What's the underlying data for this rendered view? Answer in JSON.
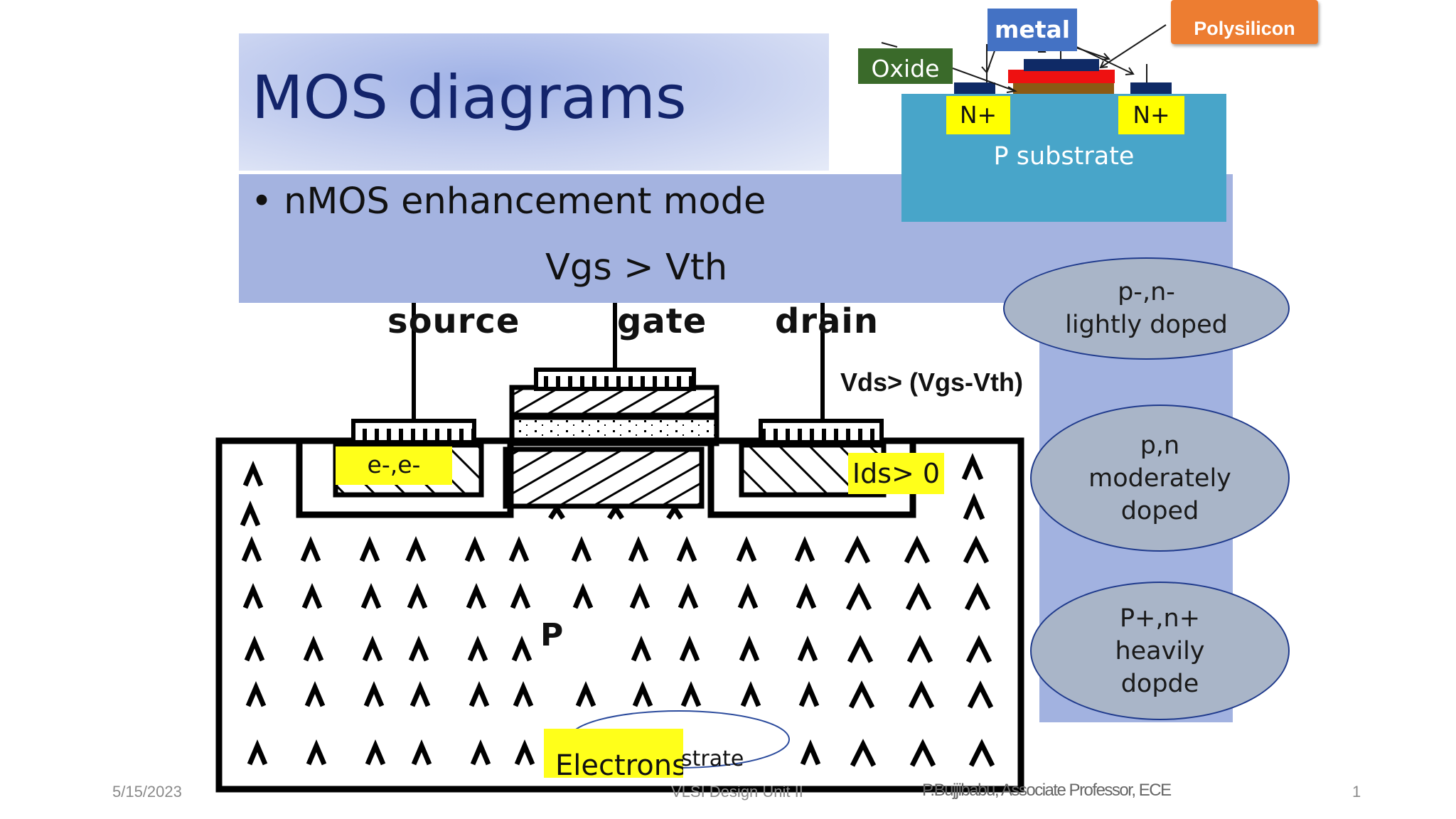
{
  "slide": {
    "title": "MOS diagrams",
    "bullet": "nMOS enhancement mode",
    "condition_vgs": "Vgs > Vth",
    "condition_vds": "Vds> (Vgs-Vth)"
  },
  "mosfet": {
    "terminal_source": "source",
    "terminal_gate": "gate",
    "terminal_drain": "drain",
    "substrate_letter": "P",
    "source_label": "e-,e-",
    "drain_current_label": "Ids> 0",
    "electrons_label": "Electrons",
    "substrate_partial_text": "strate",
    "hole_symbol": "Λ"
  },
  "inset": {
    "metal": "metal",
    "polysilicon": "Polysilicon",
    "oxide": "Oxide",
    "n_plus_left": "N+",
    "n_plus_right": "N+",
    "substrate": "P substrate"
  },
  "doping_legend": {
    "light": [
      "p-,n-",
      "lightly doped"
    ],
    "moderate": [
      "p,n",
      "moderately",
      "doped"
    ],
    "heavy": [
      "P+,n+",
      "heavily",
      "dopde"
    ]
  },
  "footer": {
    "date": "5/15/2023",
    "course": "VLSI Design Unit II",
    "author": "P.Bujjibabu, Associate  Professor, ECE",
    "page": "1"
  },
  "colors": {
    "title_text": "#13246b",
    "content_box": "#a4b3e0",
    "highlight": "#ffff1a",
    "ellipse_fill": "#a9b5c8",
    "ellipse_border": "#1f3a8c",
    "substrate_fill": "#48a5c9",
    "metal": "#4472c4",
    "polysilicon": "#ed7d31",
    "oxide": "#3a6a2a"
  }
}
